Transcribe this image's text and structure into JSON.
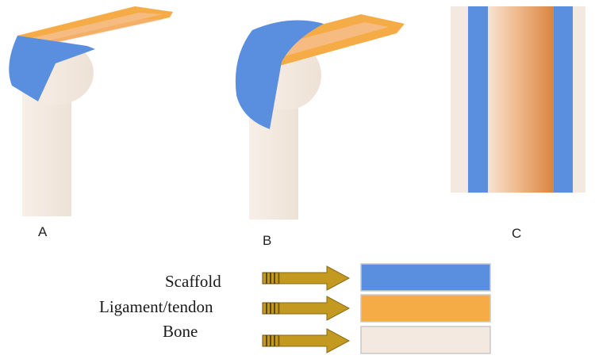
{
  "panels": [
    {
      "label": "A"
    },
    {
      "label": "B"
    },
    {
      "label": "C"
    }
  ],
  "legend": [
    {
      "label": "Scaffold",
      "color": "#5a8fe0"
    },
    {
      "label": "Ligament/tendon",
      "color": "#f5ac46"
    },
    {
      "label": "Bone",
      "color": "#f4e9e0"
    }
  ],
  "colors": {
    "bone": "#f4e9e0",
    "scaffold": "#5a8fe0",
    "ligament": "#f5ac46",
    "ligament_inner": "#f6bf8f",
    "tendon_gradient_light": "#f6dccc",
    "tendon_gradient_dark": "#d98846",
    "arrow": "#c39a1f",
    "arrow_stroke": "#8a6a14"
  }
}
